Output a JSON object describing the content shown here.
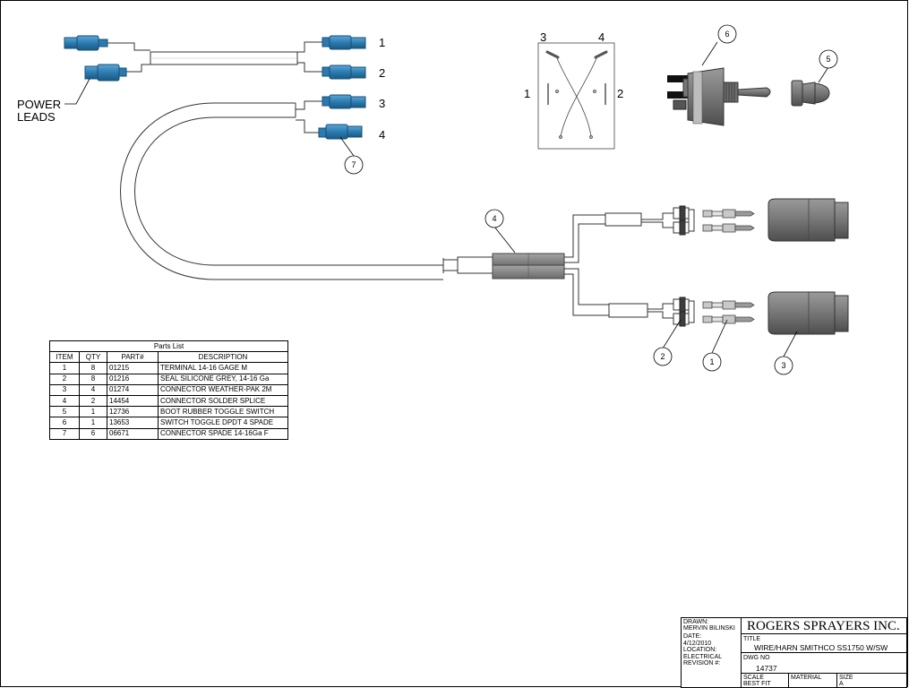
{
  "sheet": {
    "power_leads_label": [
      "POWER",
      "LEADS"
    ],
    "lead_numbers": [
      "1",
      "2",
      "3",
      "4"
    ],
    "switch_diagram": {
      "terminal_top_left": "3",
      "terminal_top_right": "4",
      "terminal_left": "1",
      "terminal_right": "2"
    },
    "balloons": {
      "b1": "1",
      "b2": "2",
      "b3": "3",
      "b4": "4",
      "b5": "5",
      "b6": "6",
      "b7": "7"
    }
  },
  "parts_list": {
    "title": "Parts List",
    "headers": [
      "ITEM",
      "QTY",
      "PART#",
      "DESCRIPTION"
    ],
    "rows": [
      {
        "item": "1",
        "qty": "8",
        "part": "01215",
        "description": "TERMINAL 14-16 GAGE M"
      },
      {
        "item": "2",
        "qty": "8",
        "part": "01216",
        "description": "SEAL SILICONE GREY, 14-16 Ga"
      },
      {
        "item": "3",
        "qty": "4",
        "part": "01274",
        "description": "CONNECTOR WEATHER-PAK 2M"
      },
      {
        "item": "4",
        "qty": "2",
        "part": "14454",
        "description": "CONNECTOR SOLDER SPLICE"
      },
      {
        "item": "5",
        "qty": "1",
        "part": "12736",
        "description": "BOOT RUBBER TOGGLE SWITCH"
      },
      {
        "item": "6",
        "qty": "1",
        "part": "13653",
        "description": "SWITCH TOGGLE DPDT 4 SPADE"
      },
      {
        "item": "7",
        "qty": "6",
        "part": "06671",
        "description": "CONNECTOR SPADE 14-16Ga F"
      }
    ]
  },
  "title_block": {
    "drawn_label": "DRAWN:",
    "drawn_value": "MERVIN BILINSKI",
    "date_label": "DATE:",
    "date_value": "4/12/2010",
    "location_label": "LOCATION:",
    "location_value": "ELECTRICAL",
    "revision_label": "REVISION #:",
    "company": "ROGERS SPRAYERS INC.",
    "title_label": "TITLE",
    "title_value": "WIRE/HARN SMITHCO SS1750 W/SW",
    "dwg_no_label": "DWG NO",
    "dwg_no_value": "14737",
    "scale_label": "SCALE",
    "scale_value": "BEST FIT",
    "material_label": "MATERIAL",
    "size_label": "SIZE",
    "size_value": "A"
  },
  "colors": {
    "connector_blue": "#2c7bb0",
    "connector_blue_dark": "#1a5a85",
    "component_grey": "#6e6e6e",
    "component_grey_light": "#8a8a8a"
  }
}
